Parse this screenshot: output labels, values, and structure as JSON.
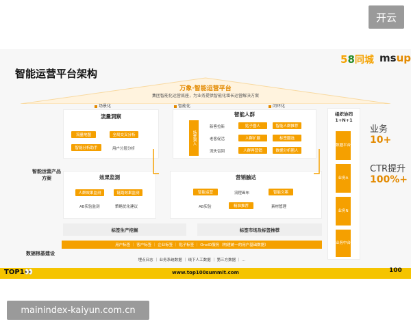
{
  "top_button": "开云",
  "brand": {
    "logo_58_num1": "5",
    "logo_58_num2": "8",
    "logo_58_text": "同城",
    "msup_a": "ms",
    "msup_b": "up"
  },
  "slide_title": "智能运营平台架构",
  "platform": {
    "title": "万象·智能运营平台",
    "subtitle": "集团智能化运营底座，为业务提供智能化增长运营解决方案",
    "tags": [
      "场景化",
      "智能化",
      "闭环化"
    ]
  },
  "side_label_1": "智能运营产品方案",
  "side_label_2": "数据根基建设",
  "traffic": {
    "title": "流量洞察",
    "items": [
      "流量地图",
      "全局交叉分析",
      "智能分析助手",
      "用户分层分析"
    ]
  },
  "smart_crowd": {
    "title": "智能人群",
    "vertical": "场景洞人",
    "rows": [
      {
        "label": "新客拉新",
        "a": "贴子圈人",
        "b": "智能人群推荐"
      },
      {
        "label": "老客促活",
        "a": "人群扩展",
        "b": "标签圈选"
      },
      {
        "label": "流失召回",
        "a": "人群再营销",
        "b": "数据分析圈人"
      }
    ]
  },
  "effect": {
    "title": "效果监测",
    "items": [
      "人群效果监测",
      "链路效果监测",
      "AB实验监测",
      "策略优化建议"
    ]
  },
  "marketing": {
    "title": "营销触达",
    "items": [
      "智能运营",
      "流程画布",
      "智能文案",
      "AB实验",
      "精准推荐",
      "素材管理"
    ]
  },
  "org": {
    "title": "组织协同",
    "subtitle": "1+N+1",
    "cols": [
      "数据平台",
      "业务A",
      "业务N",
      "业务中台"
    ]
  },
  "metrics": [
    {
      "label": "业务",
      "value": "10+"
    },
    {
      "label": "CTR提升",
      "value": "100%+"
    }
  ],
  "tag_bars": {
    "left": "标签生产挖掘",
    "right": "标签市场及标签推荐"
  },
  "data_bar": "用户标签 ｜ 客户标签 ｜ 企业标签 ｜ 贴子标签 ｜ OneID服务（构建统一的用户基础数据）",
  "data_sources": "埋点日志 ｜ 业务系统数据 ｜ 线下人工数据 ｜ 第三方数据 ｜ ...",
  "footer": {
    "brand": "TOP1",
    "url": "www.top100summit.com",
    "right": "100"
  },
  "watermark": "mainindex-kaiyun.com.cn"
}
